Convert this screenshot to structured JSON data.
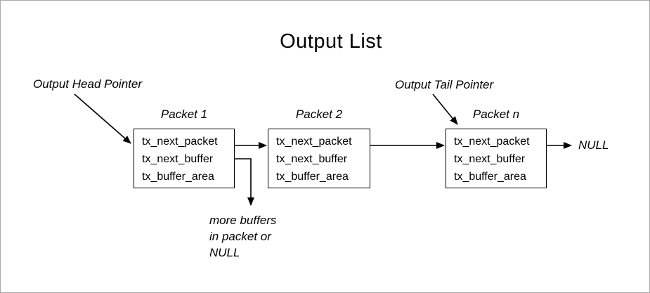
{
  "title": "Output List",
  "labels": {
    "head_pointer": "Output Head Pointer",
    "tail_pointer": "Output Tail Pointer",
    "null_terminator": "NULL",
    "more_buffers_lines": [
      "more buffers",
      "in packet or",
      "NULL"
    ]
  },
  "packets": [
    {
      "name": "Packet 1",
      "fields": [
        "tx_next_packet",
        "tx_next_buffer",
        "tx_buffer_area"
      ]
    },
    {
      "name": "Packet 2",
      "fields": [
        "tx_next_packet",
        "tx_next_buffer",
        "tx_buffer_area"
      ]
    },
    {
      "name": "Packet n",
      "fields": [
        "tx_next_packet",
        "tx_next_buffer",
        "tx_buffer_area"
      ]
    }
  ],
  "colors": {
    "line": "#000000",
    "canvas_border": "#a9a9a9",
    "background": "#ffffff"
  }
}
